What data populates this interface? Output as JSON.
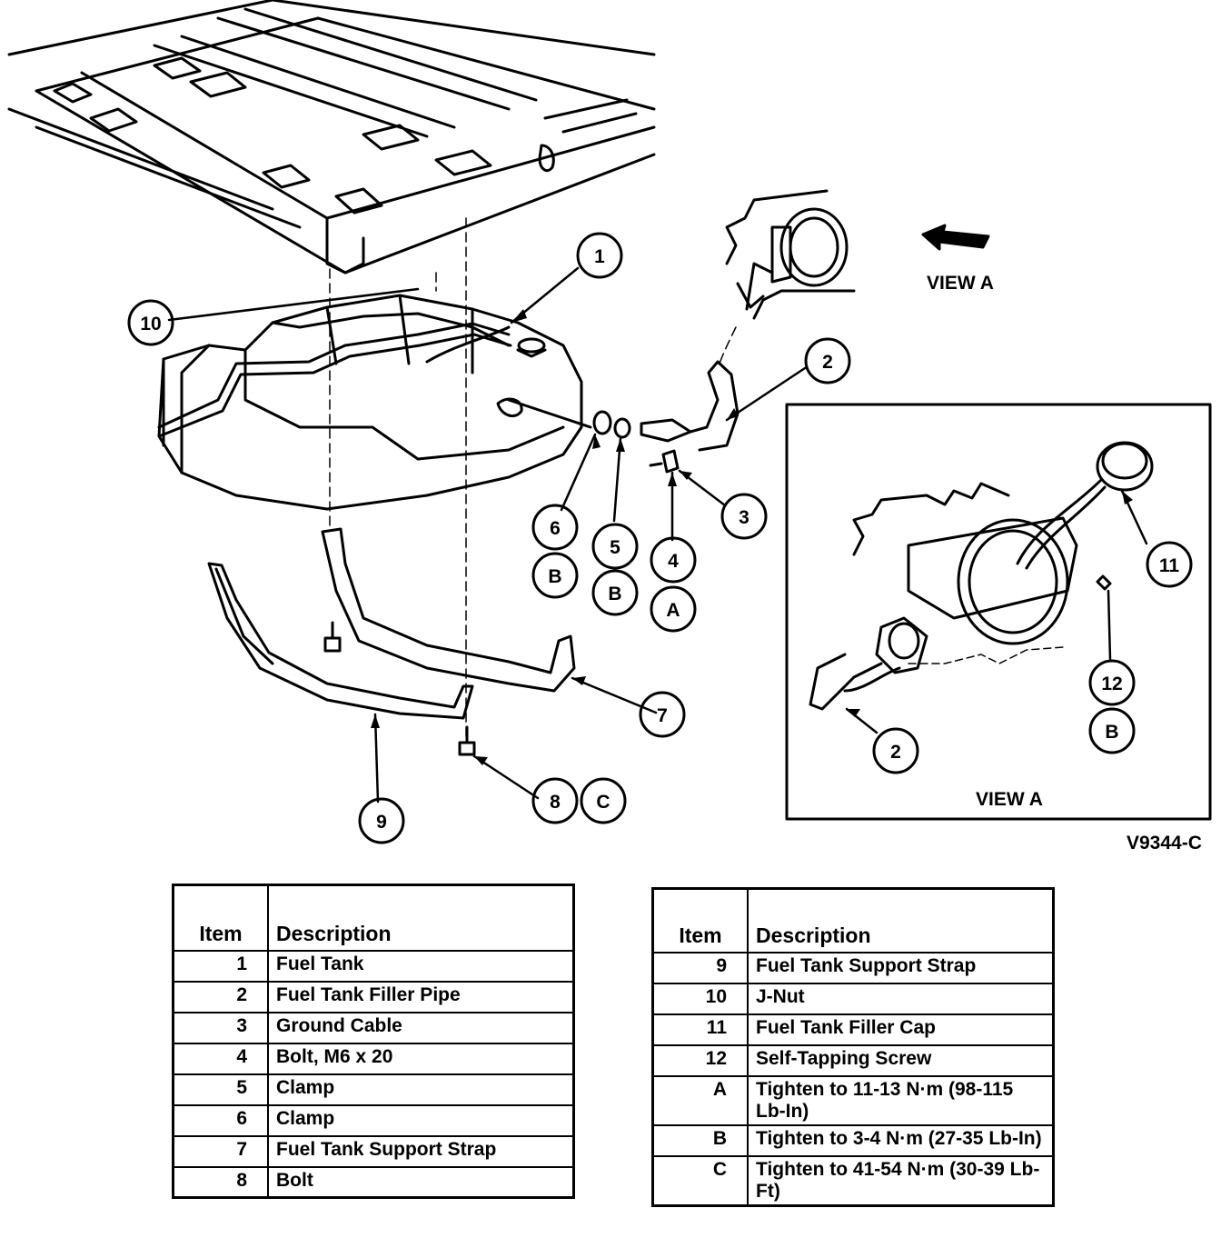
{
  "callouts": {
    "c1": "1",
    "c2_top": "2",
    "c3": "3",
    "c4": "4",
    "c4_torque": "A",
    "c5": "5",
    "c5_torque": "B",
    "c6": "6",
    "c6_torque": "B",
    "c7": "7",
    "c8": "8",
    "c8_torque": "C",
    "c9": "9",
    "c10": "10",
    "c11": "11",
    "c12": "12",
    "c12_torque": "B",
    "c2_inset": "2"
  },
  "view_arrow_label": "VIEW A",
  "inset_label": "VIEW A",
  "figure_id": "V9344-C",
  "legend_left": {
    "header_item": "Item",
    "header_description": "Description",
    "rows": [
      {
        "item": "1",
        "description": "Fuel Tank"
      },
      {
        "item": "2",
        "description": "Fuel Tank Filler Pipe"
      },
      {
        "item": "3",
        "description": "Ground Cable"
      },
      {
        "item": "4",
        "description": "Bolt, M6 x 20"
      },
      {
        "item": "5",
        "description": "Clamp"
      },
      {
        "item": "6",
        "description": "Clamp"
      },
      {
        "item": "7",
        "description": "Fuel Tank Support Strap"
      },
      {
        "item": "8",
        "description": "Bolt"
      }
    ]
  },
  "legend_right": {
    "header_item": "Item",
    "header_description": "Description",
    "rows": [
      {
        "item": "9",
        "description": "Fuel Tank Support Strap"
      },
      {
        "item": "10",
        "description": "J-Nut"
      },
      {
        "item": "11",
        "description": "Fuel Tank Filler Cap"
      },
      {
        "item": "12",
        "description": "Self-Tapping Screw"
      },
      {
        "item": "A",
        "description": "Tighten to 11-13 N·m (98-115 Lb-In)"
      },
      {
        "item": "B",
        "description": "Tighten to 3-4 N·m (27-35 Lb-In)"
      },
      {
        "item": "C",
        "description": "Tighten to 41-54 N·m (30-39 Lb-Ft)"
      }
    ]
  }
}
